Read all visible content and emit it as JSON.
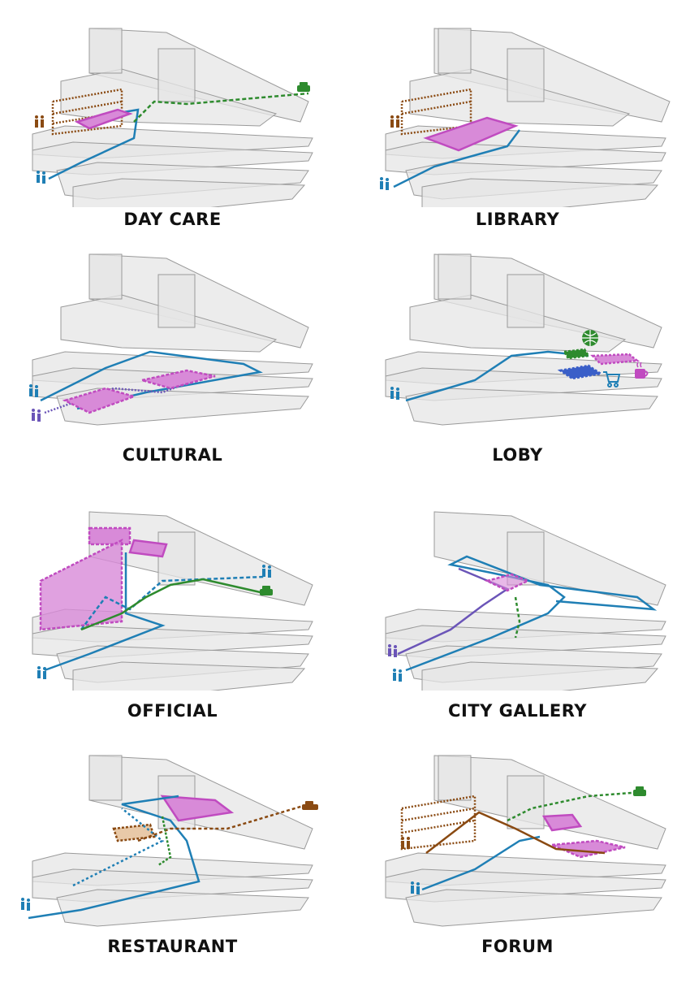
{
  "colors": {
    "walk": "#1f7fb5",
    "walk_alt": "#6b55b8",
    "car": "#2e8b2e",
    "staff": "#8a4a12",
    "zone": "#c04bc0",
    "zone_fill": "#d88ad8",
    "building_stroke": "#9a9a9a",
    "building_fill": "#e4e4e4",
    "label": "#111111"
  },
  "panels": [
    {
      "id": "day-care",
      "label": "DAY CARE",
      "icons": [
        "person-pair-icon",
        "walking-people-icon",
        "car-icon"
      ]
    },
    {
      "id": "library",
      "label": "LIBRARY",
      "icons": [
        "person-pair-icon",
        "walking-people-icon"
      ]
    },
    {
      "id": "cultural",
      "label": "CULTURAL",
      "icons": [
        "walking-people-icon",
        "walking-people-alt-icon"
      ]
    },
    {
      "id": "loby",
      "label": "LOBY",
      "icons": [
        "walking-people-icon",
        "globe-icon",
        "shopping-cart-icon",
        "coffee-cup-icon"
      ]
    },
    {
      "id": "official",
      "label": "OFFICIAL",
      "icons": [
        "walking-people-icon",
        "walking-people-icon",
        "car-icon"
      ]
    },
    {
      "id": "city-gallery",
      "label": "CITY GALLERY",
      "icons": [
        "walking-people-icon",
        "walking-people-alt-icon"
      ]
    },
    {
      "id": "restaurant",
      "label": "RESTAURANT",
      "icons": [
        "walking-people-icon",
        "car-icon"
      ]
    },
    {
      "id": "forum",
      "label": "FORUM",
      "icons": [
        "person-pair-icon",
        "walking-people-icon",
        "car-icon"
      ]
    }
  ]
}
